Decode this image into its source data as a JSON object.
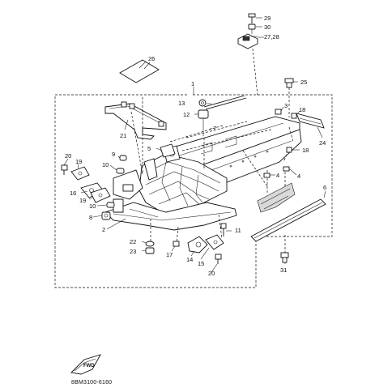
{
  "callouts": [
    {
      "label": "1"
    },
    {
      "label": "2"
    },
    {
      "label": "3"
    },
    {
      "label": "4"
    },
    {
      "label": "4"
    },
    {
      "label": "5"
    },
    {
      "label": "6"
    },
    {
      "label": "7"
    },
    {
      "label": "8"
    },
    {
      "label": "9"
    },
    {
      "label": "10"
    },
    {
      "label": "10"
    },
    {
      "label": "11"
    },
    {
      "label": "12"
    },
    {
      "label": "13"
    },
    {
      "label": "14"
    },
    {
      "label": "15"
    },
    {
      "label": "16"
    },
    {
      "label": "17"
    },
    {
      "label": "18"
    },
    {
      "label": "18"
    },
    {
      "label": "19"
    },
    {
      "label": "19"
    },
    {
      "label": "20"
    },
    {
      "label": "20"
    },
    {
      "label": "21"
    },
    {
      "label": "22"
    },
    {
      "label": "23"
    },
    {
      "label": "24"
    },
    {
      "label": "25"
    },
    {
      "label": "26"
    },
    {
      "label": "27,28"
    },
    {
      "label": "29"
    },
    {
      "label": "30"
    },
    {
      "label": "31"
    }
  ],
  "footer": {
    "diagram_code": "8BM3100-6160"
  },
  "icons": {
    "front_arrow": "front-arrow-icon"
  }
}
